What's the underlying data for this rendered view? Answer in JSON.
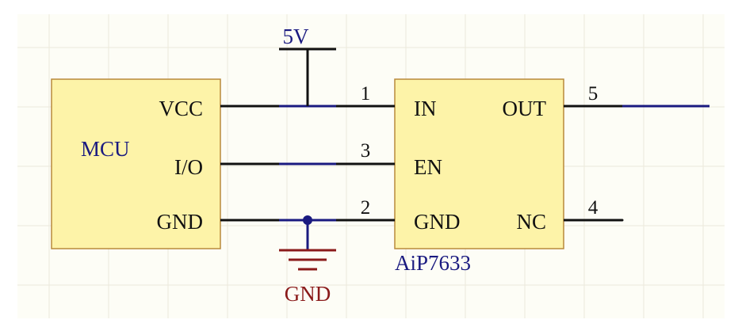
{
  "mcu": {
    "name": "MCU",
    "pins": {
      "vcc": "VCC",
      "io": "I/O",
      "gnd": "GND"
    }
  },
  "ic": {
    "name": "AiP7633",
    "pins": {
      "in": {
        "label": "IN",
        "number": "1"
      },
      "en": {
        "label": "EN",
        "number": "3"
      },
      "gnd": {
        "label": "GND",
        "number": "2"
      },
      "out": {
        "label": "OUT",
        "number": "5"
      },
      "nc": {
        "label": "NC",
        "number": "4"
      }
    }
  },
  "power": {
    "label": "5V"
  },
  "ground": {
    "label": "GND"
  },
  "colors": {
    "background": "#fdfdf6",
    "grid": "#ece9dc",
    "component_fill": "#fdf3a8",
    "component_border": "#b8893c",
    "wire_navy": "#1a1a80",
    "pin_black": "#111111",
    "ground_red": "#8a1a1a",
    "junction": "#1a1a80"
  }
}
